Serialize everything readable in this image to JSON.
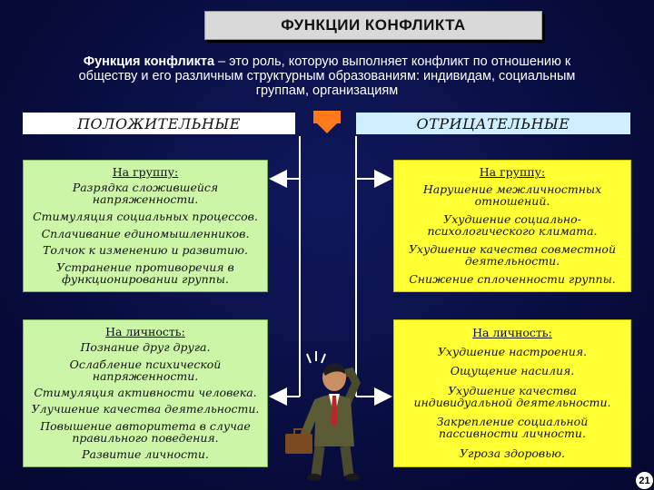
{
  "slide": {
    "title": "ФУНКЦИИ КОНФЛИКТА",
    "definition_term": "Функция конфликта",
    "definition_text": " – это роль, которую выполняет конфликт по отношению к обществу и его различным структурным образованиям: индивидам, социальным группам, организациям",
    "page_number": "21"
  },
  "columns": {
    "positive": "ПОЛОЖИТЕЛЬНЫЕ",
    "negative": "ОТРИЦАТЕЛЬНЫЕ"
  },
  "positive_group": {
    "heading": "На группу",
    "items": [
      "Разрядка сложившейся напряженности.",
      "Стимуляция социальных процессов.",
      "Сплачивание единомышленников.",
      "Толчок к изменению и развитию.",
      "Устранение противоречия в функционировании группы."
    ]
  },
  "positive_personal": {
    "heading": "На личность",
    "items": [
      "Познание друг друга.",
      "Ослабление психической напряженности.",
      "Стимуляция активности человека.",
      "Улучшение качества деятельности.",
      "Повышение авторитета в случае правильного поведения.",
      "Развитие личности."
    ]
  },
  "negative_group": {
    "heading": "На группу",
    "items": [
      "Нарушение межличностных отношений.",
      "Ухудшение социально-психологического климата.",
      "Ухудшение качества совместной деятельности.",
      "Снижение сплоченности группы."
    ]
  },
  "negative_personal": {
    "heading": "На личность",
    "items": [
      "Ухудшение настроения.",
      "Ощущение насилия.",
      "Ухудшение качества индивидуальной деятельности.",
      "Закрепление социальной пассивности личности.",
      "Угроза здоровью."
    ]
  },
  "colors": {
    "background": "#0a0f4a",
    "positive_box": "#ccf5a8",
    "negative_box": "#ffff33",
    "marker": "#ff7a1a"
  },
  "icons": {
    "center_marker": "down-arrow-icon",
    "illustration": "confused-businessman-illustration"
  }
}
